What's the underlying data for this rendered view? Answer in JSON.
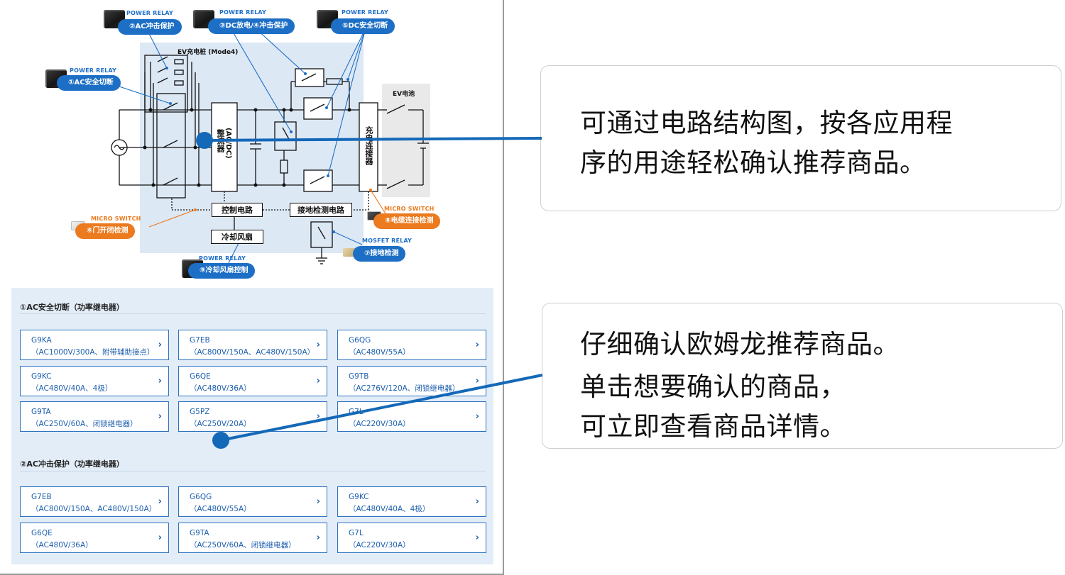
{
  "diagram": {
    "title": "EV充电桩 (Mode4)",
    "battery_label": "EV电池",
    "rectifier_label": "整流器",
    "rectifier_sub": "(AC/DC)",
    "connector_label": "充电连接器",
    "control_label": "控制电路",
    "ground_detect_label": "接地检测电路",
    "fan_label": "冷却风扇",
    "tags": [
      {
        "type": "POWER RELAY",
        "label": "②AC冲击保护"
      },
      {
        "type": "POWER RELAY",
        "label": "③DC放电/④冲击保护"
      },
      {
        "type": "POWER RELAY",
        "label": "⑤DC安全切断"
      },
      {
        "type": "POWER RELAY",
        "label": "①AC安全切断"
      },
      {
        "type": "MICRO SWITCH",
        "label": "⑥门开闭检测"
      },
      {
        "type": "MICRO SWITCH",
        "label": "⑧电缆连接检测"
      },
      {
        "type": "MOSFET RELAY",
        "label": "⑦接地检测"
      },
      {
        "type": "POWER RELAY",
        "label": "⑨冷却风扇控制"
      }
    ],
    "colors": {
      "blue": "#1d6fc6",
      "orange": "#ec7a1e",
      "panel": "#dde8f5"
    }
  },
  "sections": [
    {
      "title": "①AC安全切断（功率继电器）",
      "products": [
        {
          "name": "G9KA",
          "spec": "（AC1000V/300A、附带辅助接点）"
        },
        {
          "name": "G7EB",
          "spec": "（AC800V/150A、AC480V/150A）"
        },
        {
          "name": "G6QG",
          "spec": "（AC480V/55A）"
        },
        {
          "name": "G9KC",
          "spec": "（AC480V/40A、4极）"
        },
        {
          "name": "G6QE",
          "spec": "（AC480V/36A）"
        },
        {
          "name": "G9TB",
          "spec": "（AC276V/120A、闭锁继电器）"
        },
        {
          "name": "G9TA",
          "spec": "（AC250V/60A、闭锁继电器）"
        },
        {
          "name": "G5PZ",
          "spec": "（AC250V/20A）"
        },
        {
          "name": "G7L",
          "spec": "（AC220V/30A）"
        }
      ]
    },
    {
      "title": "②AC冲击保护（功率继电器）",
      "products": [
        {
          "name": "G7EB",
          "spec": "（AC800V/150A、AC480V/150A）"
        },
        {
          "name": "G6QG",
          "spec": "（AC480V/55A）"
        },
        {
          "name": "G9KC",
          "spec": "（AC480V/40A、4极）"
        },
        {
          "name": "G6QE",
          "spec": "（AC480V/36A）"
        },
        {
          "name": "G9TA",
          "spec": "（AC250V/60A、闭锁继电器）"
        },
        {
          "name": "G7L",
          "spec": "（AC220V/30A）"
        }
      ]
    }
  ],
  "chevron": "›",
  "callouts": [
    {
      "lines": [
        "可通过电路结构图，按各应用程",
        "序的用途轻松确认推荐商品。"
      ]
    },
    {
      "lines": [
        "仔细确认欧姆龙推荐商品。",
        "单击想要确认的商品，",
        "可立即查看商品详情。"
      ]
    }
  ],
  "pointer_color": "#1468b8"
}
